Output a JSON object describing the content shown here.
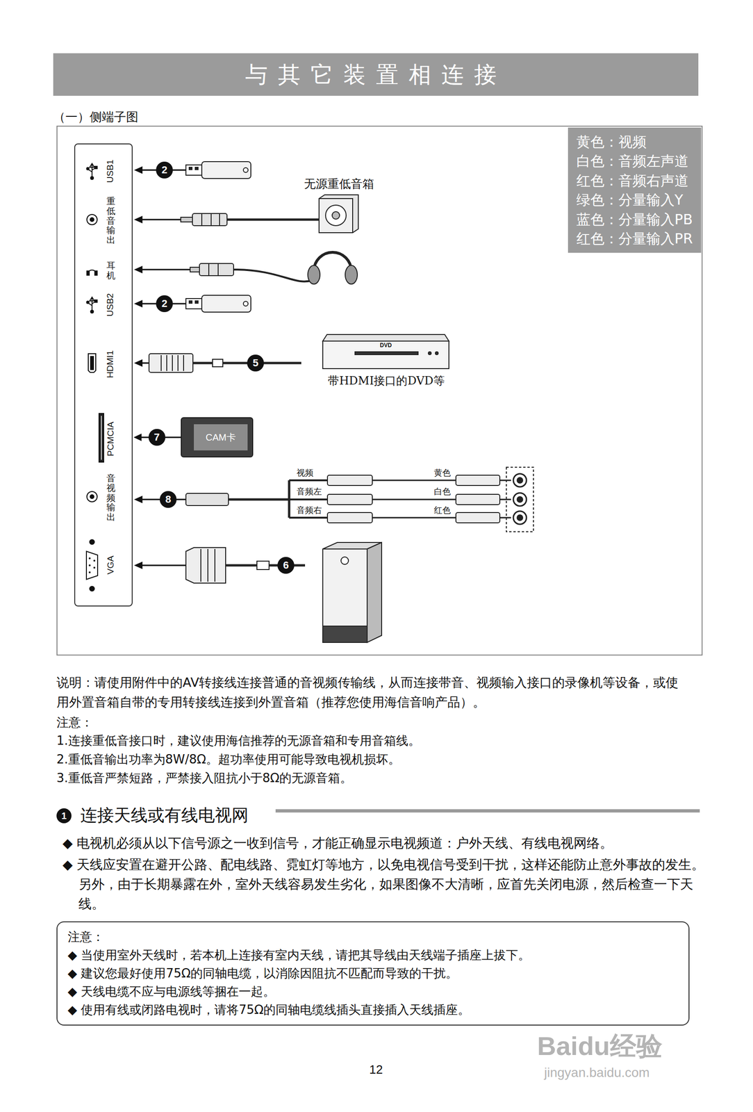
{
  "diagram": {
    "title": "与其它装置相连接",
    "nodes": [
      {
        "text": [
          "黄色：视频",
          "白色：音频左声道",
          "红色：音频右声道",
          "绿色：分量输入Y",
          "蓝色：分量输入PB",
          "红色：分量输入PR"
        ]
      },
      {
        "text": [
          "USB1",
          "重低音输出",
          "耳机",
          "USB2",
          "HDMI1",
          "PCMCIA",
          "音视频输出",
          "VGA"
        ]
      },
      {
        "text": [
          "CAM卡"
        ]
      },
      {
        "text": [
          "注意：",
          "◆ 当使用室外天线时，若本机上连接有室内天线，请把其导线由天线端子插座上拔下。",
          "◆ 建议您最好使用75Ω的同轴电缆，以消除因阻抗不匹配而导致的干扰。",
          "◆ 天线电缆不应与电源线等捆在一起。",
          "◆ 使用有线或闭路电视时，请将75Ω的同轴电缆线插头直接插入天线插座。"
        ]
      }
    ],
    "edges": [
      {
        "from": 2,
        "to": 1,
        "arrow": "to",
        "label": "7"
      }
    ],
    "labels": [
      "（一）侧端子图",
      "2",
      "无源重低音箱",
      "2",
      "DVD",
      "5",
      "带HDMI接口的DVD等",
      "视频",
      "黄色",
      "音频左",
      "白色",
      "音频右",
      "红色",
      "8",
      "6",
      "说明：请使用附件中的AV转接线连接普通的音视频传输线，从而连接带音、视频输入接口的录像机等设备，或使用外置音箱自带的专用转接线连接到外置音箱（推荐您使用海信音响产品）。",
      "注意：",
      "1.连接重低音接口时，建议使用海信推荐的无源音箱和专用音箱线。",
      "2.重低音输出功率为8W/8Ω。超功率使用可能导致电视机损坏。",
      "3.重低音严禁短路，严禁接入阻抗小于8Ω的无源音箱。",
      "1",
      "连接天线或有线电视网",
      "◆ 电视机必须从以下信号源之一收到信号，才能正确显示电视频道：户外天线、有线电视网络。",
      "◆ 天线应安置在避开公路、配电线路、霓虹灯等地方，以免电视信号受到干扰，这样还能防止意外事故的发生。另外，由于长期暴露在外，室外天线容易发生劣化，如果图像不大清晰，应首先关闭电源，然后检查一下天线。",
      "12",
      "Baidu经验",
      "jingyan.baidu.com"
    ]
  }
}
